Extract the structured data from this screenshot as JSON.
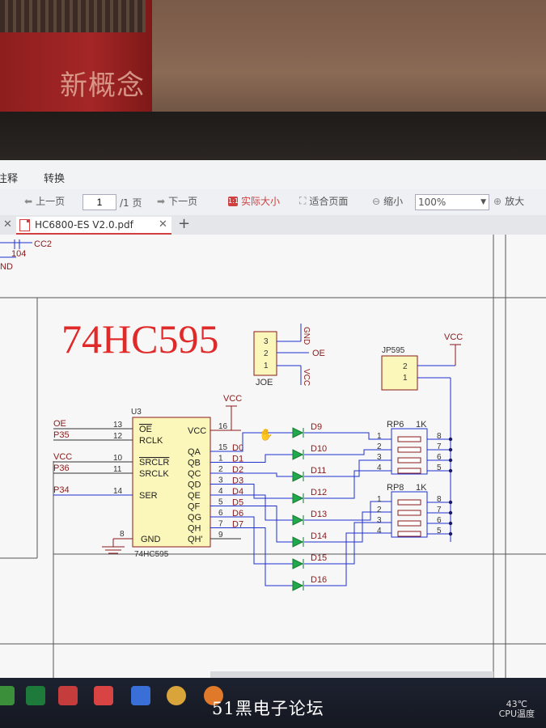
{
  "menu": {
    "item1": "注释",
    "item2": "转换"
  },
  "toolbar": {
    "prev_page": "上一页",
    "page_value": "1",
    "page_total": "/1 页",
    "next_page": "下一页",
    "actual_size": "实际大小",
    "fit_page": "适合页面",
    "zoom_out": "缩小",
    "zoom_value": "100%",
    "zoom_in": "放大"
  },
  "tab": {
    "title": "HC6800-ES V2.0.pdf"
  },
  "book": {
    "title": "新概念"
  },
  "schematic": {
    "title": "74HC595",
    "top_labels": {
      "cc2": "CC2",
      "cap": "104",
      "gnd": "ND"
    },
    "joe": {
      "ref": "JOE",
      "pins": [
        "3",
        "2",
        "1"
      ],
      "nets": [
        "GND",
        "OE",
        "VCC"
      ]
    },
    "jp595": {
      "ref": "JP595",
      "pins": [
        "2",
        "1"
      ],
      "net": "VCC"
    },
    "u3": {
      "ref": "U3",
      "part": "74HC595",
      "left_pins": [
        {
          "num": "13",
          "name": "OE",
          "net": "OE"
        },
        {
          "num": "12",
          "name": "RCLK",
          "net": "P35"
        },
        {
          "num": "10",
          "name": "SRCLR",
          "net": "VCC"
        },
        {
          "num": "11",
          "name": "SRCLK",
          "net": "P36"
        },
        {
          "num": "14",
          "name": "SER",
          "net": "P34"
        },
        {
          "num": "8",
          "name": "GND",
          "net": ""
        }
      ],
      "right_pins": [
        {
          "num": "16",
          "name": "VCC",
          "net": "VCC"
        },
        {
          "num": "15",
          "name": "QA",
          "net": "D0"
        },
        {
          "num": "1",
          "name": "QB",
          "net": "D1"
        },
        {
          "num": "2",
          "name": "QC",
          "net": "D2"
        },
        {
          "num": "3",
          "name": "QD",
          "net": "D3"
        },
        {
          "num": "4",
          "name": "QE",
          "net": "D4"
        },
        {
          "num": "5",
          "name": "QF",
          "net": "D5"
        },
        {
          "num": "6",
          "name": "QG",
          "net": "D6"
        },
        {
          "num": "7",
          "name": "QH",
          "net": "D7"
        },
        {
          "num": "9",
          "name": "QH'",
          "net": ""
        }
      ]
    },
    "leds": [
      "D9",
      "D10",
      "D11",
      "D12",
      "D13",
      "D14",
      "D15",
      "D16"
    ],
    "rp6": {
      "ref": "RP6",
      "value": "1K",
      "left": [
        "1",
        "2",
        "3",
        "4"
      ],
      "right": [
        "8",
        "7",
        "6",
        "5"
      ]
    },
    "rp8": {
      "ref": "RP8",
      "value": "1K",
      "left": [
        "1",
        "2",
        "3",
        "4"
      ],
      "right": [
        "8",
        "7",
        "6",
        "5"
      ]
    }
  },
  "watermark": "51黑电子论坛",
  "system": {
    "temp": "43℃",
    "temp_label": "CPU温度"
  },
  "colors": {
    "wire": "#1f2fd0",
    "schematic_text": "#8a1a1a",
    "title": "#e02a2a",
    "component": "#fbf6b9",
    "led": "#22a84a"
  }
}
